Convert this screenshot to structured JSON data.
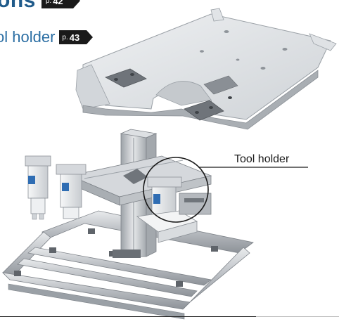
{
  "header": {
    "heading_fragment": "ons",
    "page_ref_prefix": "p.",
    "page_ref_number": "42"
  },
  "section": {
    "title": "ol holder",
    "page_ref_prefix": "p.",
    "page_ref_number": "43"
  },
  "callout": {
    "label": "Tool holder"
  },
  "colors": {
    "heading": "#1f5a8a",
    "title": "#2b6ea3",
    "tag_bg": "#1a1a1a",
    "metal_light": "#e6e8ea",
    "metal_mid": "#b9bdc2",
    "metal_dark": "#7d8288"
  }
}
